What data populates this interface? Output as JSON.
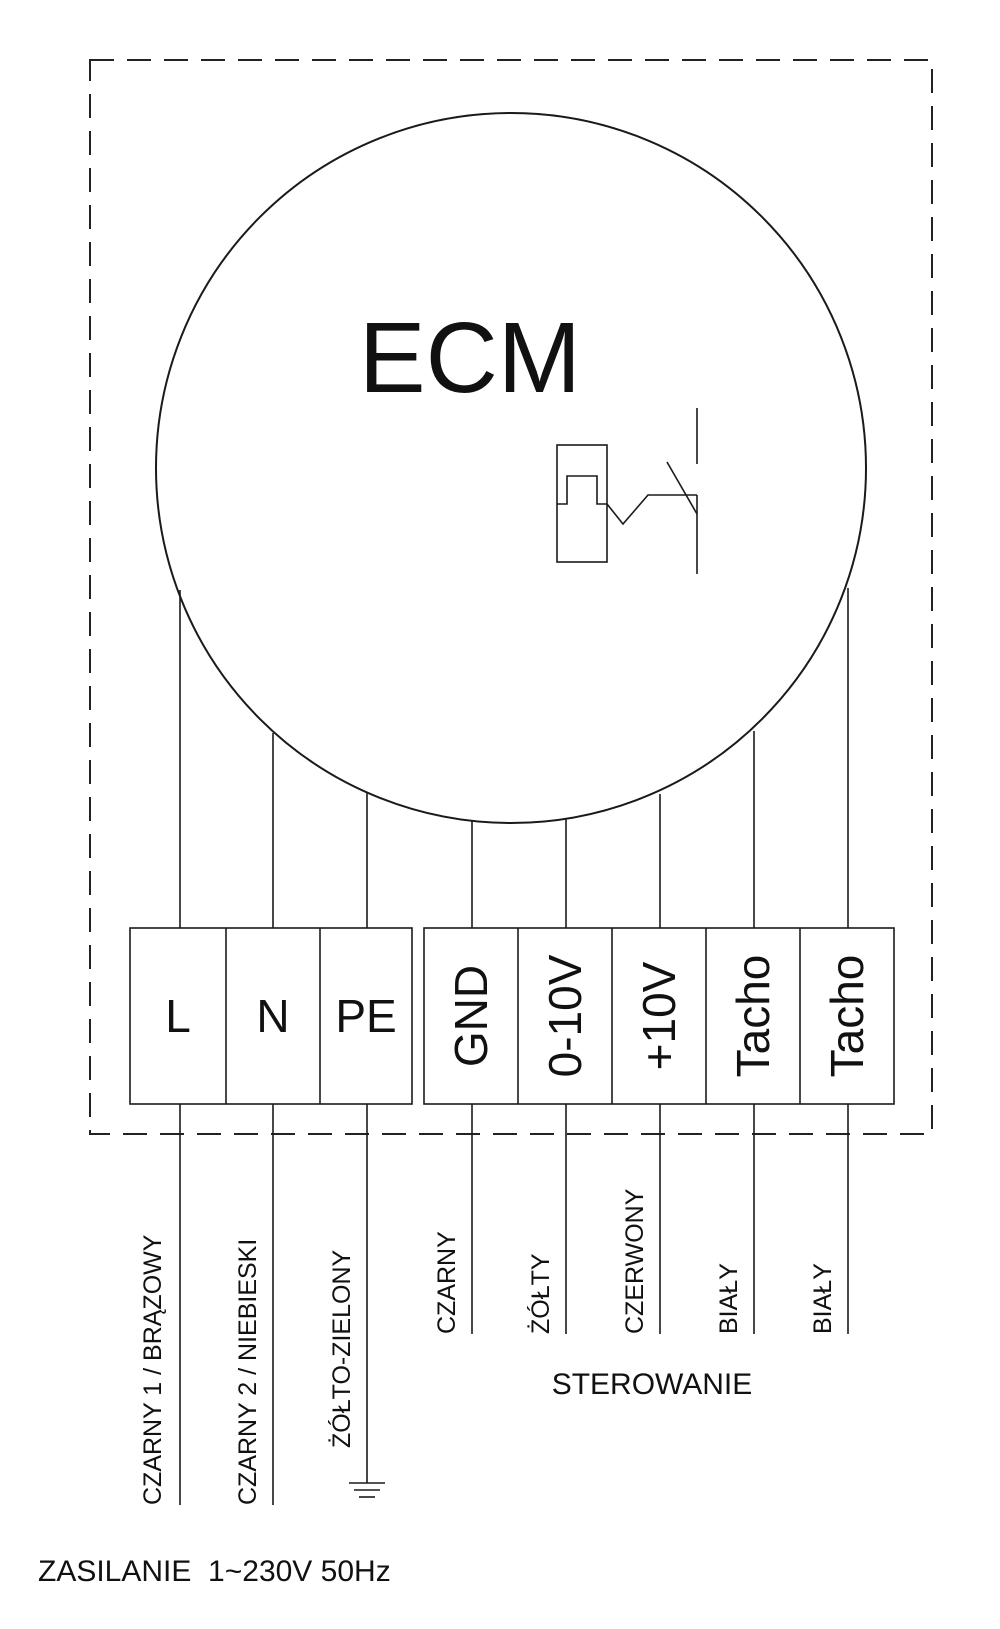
{
  "device_label": "ECM",
  "terminals": {
    "power": [
      "L",
      "N",
      "PE"
    ],
    "control": [
      "GND",
      "0-10V",
      "+10V",
      "Tacho",
      "Tacho"
    ]
  },
  "wire_colors": {
    "power": [
      "CZARNY 1 / BRĄZOWY",
      "CZARNY 2 / NIEBIESKI",
      "ŻÓŁTO-ZIELONY"
    ],
    "control": [
      "CZARNY",
      "ŻÓŁTY",
      "CZERWONY",
      "BIAŁY",
      "BIAŁY"
    ]
  },
  "group_labels": {
    "control": "STEROWANIE",
    "power_supply": "ZASILANIE  1~230V 50Hz"
  },
  "icons": [
    "thermal-contact-icon",
    "ground-symbol-icon"
  ]
}
